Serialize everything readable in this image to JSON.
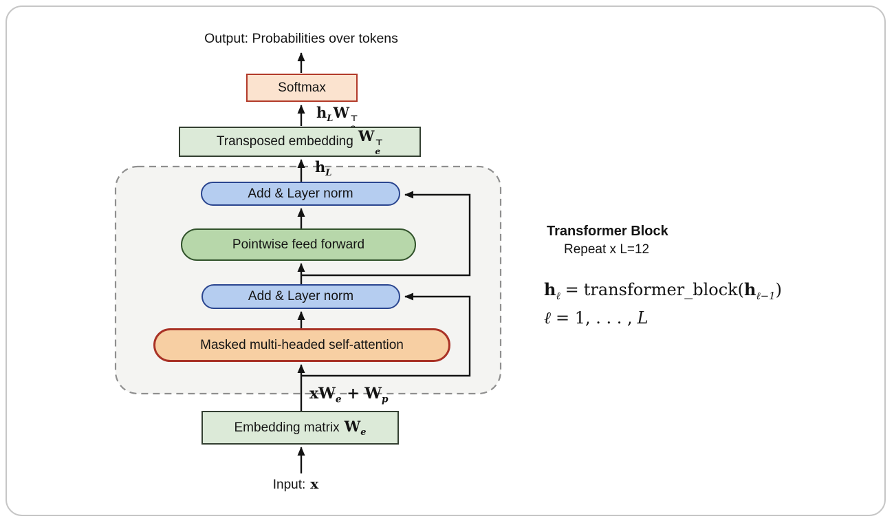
{
  "figure": {
    "output_label": "Output: Probabilities over tokens",
    "softmax_label": "Softmax",
    "transposed_embedding_label": "Transposed embedding",
    "embedding_matrix_label": "Embedding matrix",
    "add_layer_norm_top_label": "Add & Layer norm",
    "pointwise_label": "Pointwise feed forward",
    "add_layer_norm_bottom_label": "Add & Layer norm",
    "attention_label": "Masked multi-headed self-attention",
    "input_label": "Input:",
    "block_title": "Transformer Block",
    "block_repeat": "Repeat x L=12"
  },
  "math": {
    "h": "h",
    "L": "L",
    "W": "W",
    "e": "e",
    "p": "p",
    "x": "x",
    "transpose": "⊤",
    "plus": "+"
  },
  "equations": {
    "eq1": {
      "h1": "h",
      "sub1": "ℓ",
      "eq": "=",
      "fn": "transformer_block(",
      "h2": "h",
      "sub2": "ℓ−1",
      "close": ")"
    },
    "eq2": {
      "ell": "ℓ",
      "mid": "= 1, . . . ,",
      "L": "L"
    }
  },
  "colors": {
    "card_border": "#c6c6c6",
    "block_fill": "#f4f4f2",
    "block_dash_border": "#8f8f8f",
    "softmax_fill": "#fbe3cf",
    "softmax_border": "#b23a2a",
    "green_box_fill": "#dcead8",
    "green_box_border": "#333f31",
    "blue_pill_fill": "#b5cdf0",
    "blue_pill_border": "#2a458f",
    "green_pill_fill": "#b7d7aa",
    "green_pill_border": "#31522b",
    "orange_pill_fill": "#f7cfa3",
    "orange_pill_border": "#a93226",
    "line": "#131313"
  }
}
